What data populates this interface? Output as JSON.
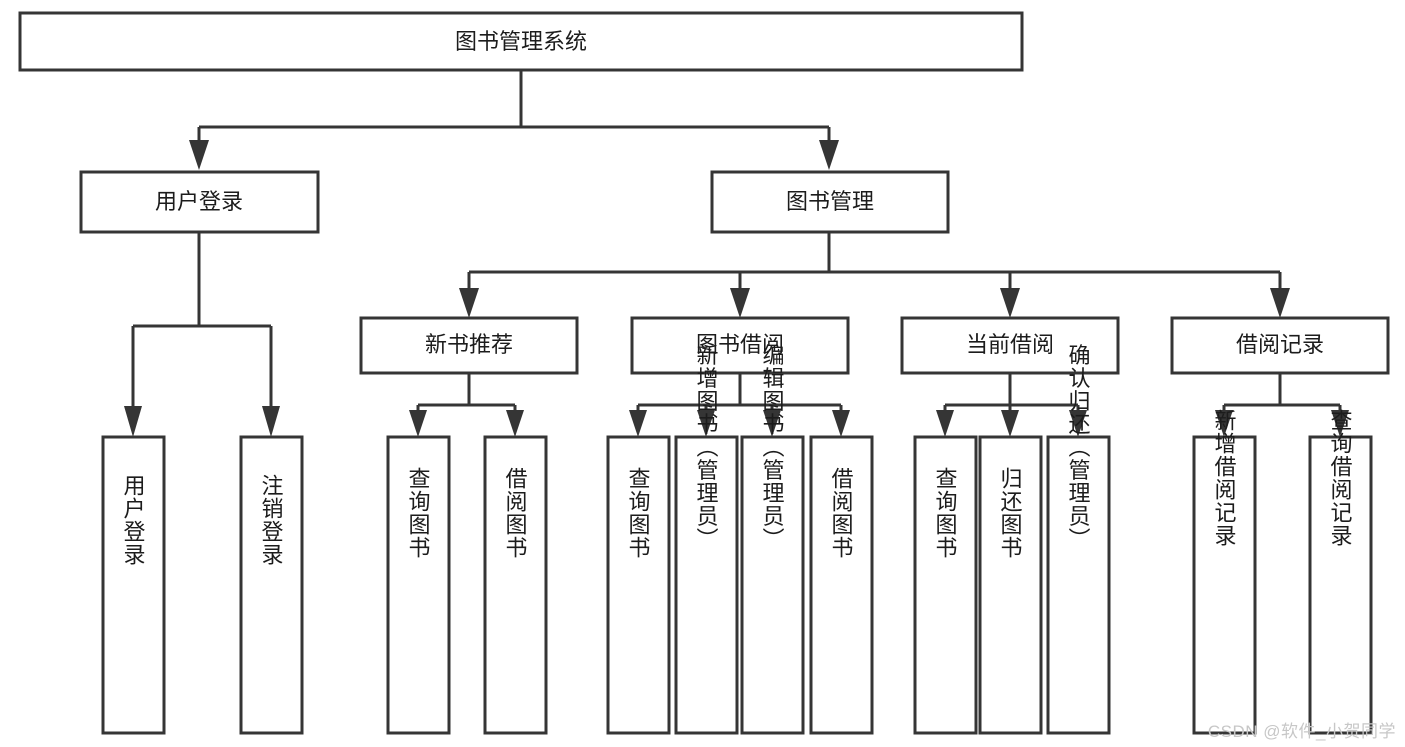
{
  "diagram": {
    "title": "图书管理系统",
    "type": "hierarchy-tree",
    "watermark": "CSDN @软件_小贺同学",
    "colors": {
      "background": "#ffffff",
      "box_fill": "#ffffff",
      "box_stroke": "#353535",
      "text": "#1c1c1c",
      "watermark": "#c7c7c7"
    },
    "levels": [
      {
        "level": 1,
        "nodes": [
          {
            "id": "root",
            "label": "图书管理系统",
            "orientation": "horizontal"
          }
        ]
      },
      {
        "level": 2,
        "nodes": [
          {
            "id": "login",
            "label": "用户登录",
            "orientation": "horizontal",
            "parent": "root"
          },
          {
            "id": "bookmgmt",
            "label": "图书管理",
            "orientation": "horizontal",
            "parent": "root"
          }
        ]
      },
      {
        "level": 3,
        "nodes": [
          {
            "id": "newbook",
            "label": "新书推荐",
            "orientation": "horizontal",
            "parent": "bookmgmt"
          },
          {
            "id": "borrow",
            "label": "图书借阅",
            "orientation": "horizontal",
            "parent": "bookmgmt"
          },
          {
            "id": "current",
            "label": "当前借阅",
            "orientation": "horizontal",
            "parent": "bookmgmt"
          },
          {
            "id": "record",
            "label": "借阅记录",
            "orientation": "horizontal",
            "parent": "bookmgmt"
          }
        ]
      },
      {
        "level": 4,
        "nodes": [
          {
            "id": "leaf-user-login",
            "label": "用户登录",
            "orientation": "vertical",
            "parent": "login"
          },
          {
            "id": "leaf-user-logout",
            "label": "注销登录",
            "orientation": "vertical",
            "parent": "login"
          },
          {
            "id": "leaf-newbook-query",
            "label": "查询图书",
            "orientation": "vertical",
            "parent": "newbook"
          },
          {
            "id": "leaf-newbook-borrow",
            "label": "借阅图书",
            "orientation": "vertical",
            "parent": "newbook"
          },
          {
            "id": "leaf-borrow-query",
            "label": "查询图书",
            "orientation": "vertical",
            "parent": "borrow"
          },
          {
            "id": "leaf-borrow-add",
            "label": "新增图书（管理员）",
            "orientation": "vertical",
            "parent": "borrow"
          },
          {
            "id": "leaf-borrow-edit",
            "label": "编辑图书（管理员）",
            "orientation": "vertical",
            "parent": "borrow"
          },
          {
            "id": "leaf-borrow-lend",
            "label": "借阅图书",
            "orientation": "vertical",
            "parent": "borrow"
          },
          {
            "id": "leaf-current-query",
            "label": "查询图书",
            "orientation": "vertical",
            "parent": "current"
          },
          {
            "id": "leaf-current-return",
            "label": "归还图书",
            "orientation": "vertical",
            "parent": "current"
          },
          {
            "id": "leaf-current-confirm",
            "label": "确认归还（管理员）",
            "orientation": "vertical",
            "parent": "current"
          },
          {
            "id": "leaf-record-add",
            "label": "新增借阅记录",
            "orientation": "vertical",
            "parent": "record"
          },
          {
            "id": "leaf-record-query",
            "label": "查询借阅记录",
            "orientation": "vertical",
            "parent": "record"
          }
        ]
      }
    ]
  }
}
